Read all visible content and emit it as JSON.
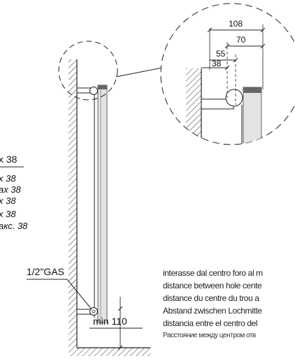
{
  "labels": {
    "pipe_connection": "1/2\"GAS",
    "min_distance": "min 110"
  },
  "max_values": [
    "x 38",
    "x 38",
    "ax 38",
    "x 38",
    "x 38",
    "акс. 38"
  ],
  "detail_dimensions": {
    "d108": "108",
    "d70": "70",
    "d55": "55",
    "d38": "38"
  },
  "notes": [
    "interasse dal centro foro al m",
    "distance between hole cente",
    "distance du centre du trou a",
    "Abstand zwischen Lochmitte",
    "distancia entre el centro del",
    "Расстояние между центром отв"
  ],
  "colors": {
    "line": "#222222",
    "hatch": "#333333",
    "radiator_fill": "#e3e3e3",
    "radiator_dark": "#666666"
  }
}
